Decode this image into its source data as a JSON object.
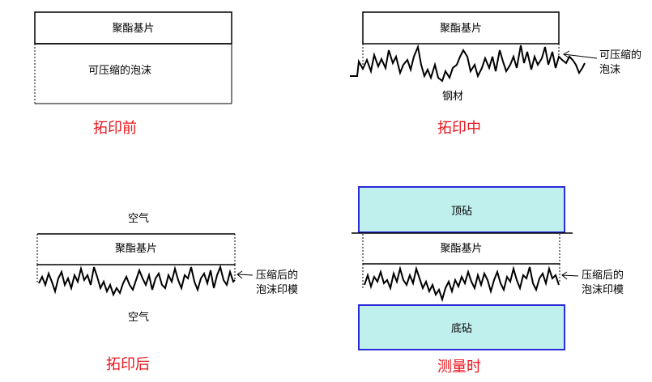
{
  "panels": {
    "before": {
      "film": "聚酯基片",
      "foam": "可压缩的泡沫",
      "caption": "拓印前"
    },
    "during": {
      "film": "聚酯基片",
      "foam_note": [
        "可压缩的",
        "泡沫"
      ],
      "steel": "钢材",
      "caption": "拓印中"
    },
    "after": {
      "air_top": "空气",
      "film": "聚酯基片",
      "replica_note": [
        "压缩后的",
        "泡沫印模"
      ],
      "air_bottom": "空气",
      "caption": "拓印后"
    },
    "measure": {
      "top_anvil": "顶砧",
      "film": "聚酯基片",
      "replica_note": [
        "压缩后的",
        "泡沫印模"
      ],
      "bottom_anvil": "底砧",
      "caption": "测量时"
    }
  },
  "colors": {
    "caption": "#e8141c",
    "anvil_fill": "#c0f0ee",
    "anvil_border": "#2b2bd6",
    "line": "#000000"
  }
}
